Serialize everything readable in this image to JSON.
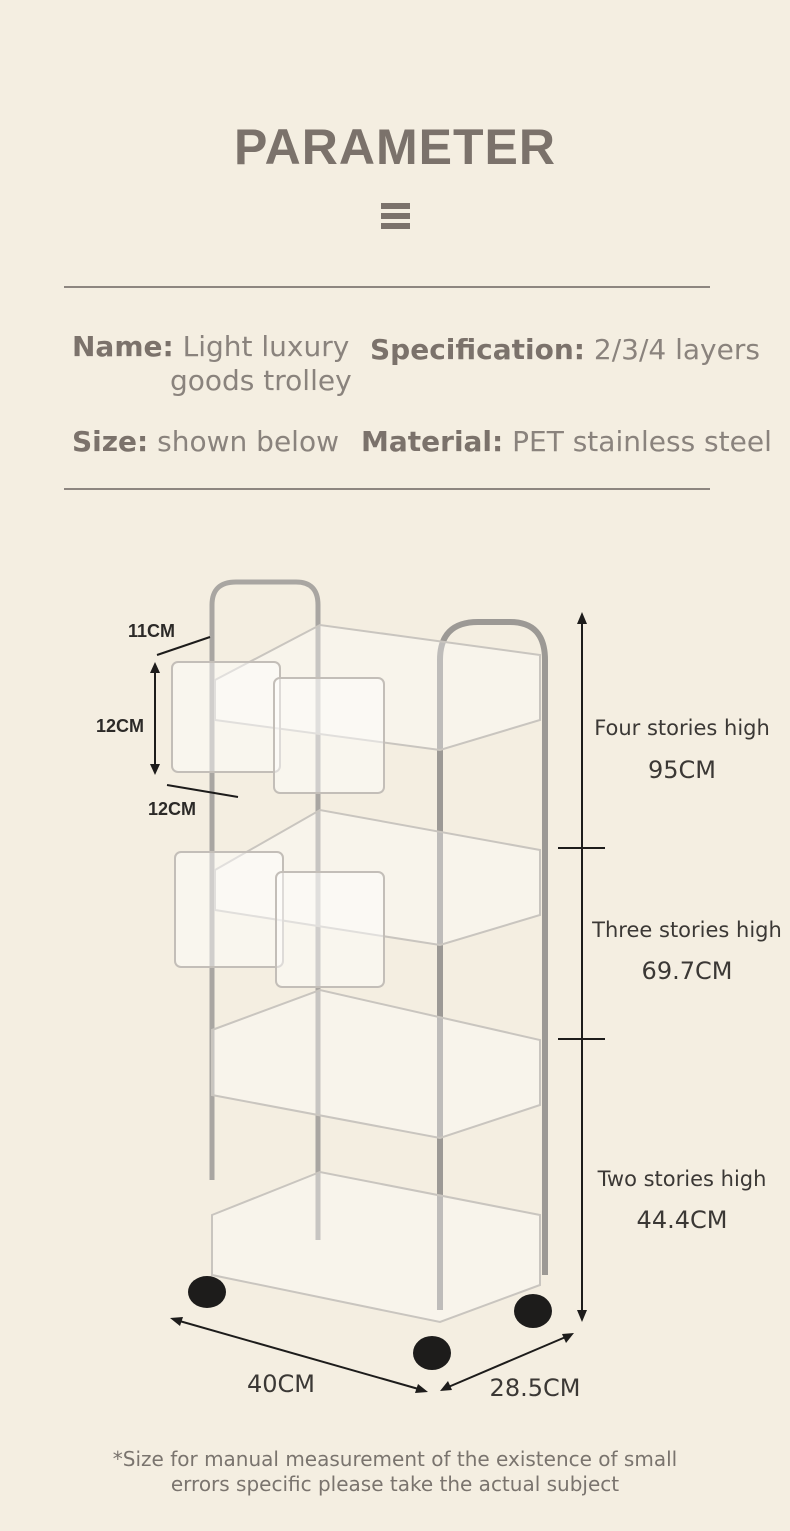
{
  "header": {
    "title": "PARAMETER",
    "menu_icon": "hamburger-icon"
  },
  "params": {
    "name": {
      "label": "Name:",
      "value_line1": "Light luxury",
      "value_line2": "goods trolley"
    },
    "specification": {
      "label": "Specification:",
      "value": "2/3/4 layers"
    },
    "size": {
      "label": "Size:",
      "value": "shown below"
    },
    "material": {
      "label": "Material:",
      "value": "PET stainless steel"
    }
  },
  "dimensions": {
    "basket_depth": "11CM",
    "basket_height": "12CM",
    "basket_width": "12CM",
    "four_label": "Four stories high",
    "four_value": "95CM",
    "three_label": "Three stories high",
    "three_value": "69.7CM",
    "two_label": "Two stories high",
    "two_value": "44.4CM",
    "length": "40CM",
    "width": "28.5CM"
  },
  "footnote": {
    "line1": "*Size for manual measurement of the existence of small",
    "line2": "errors specific please take the actual subject"
  },
  "colors": {
    "background": "#f4eee1",
    "title": "#7b726b",
    "text": "#8a837d"
  }
}
